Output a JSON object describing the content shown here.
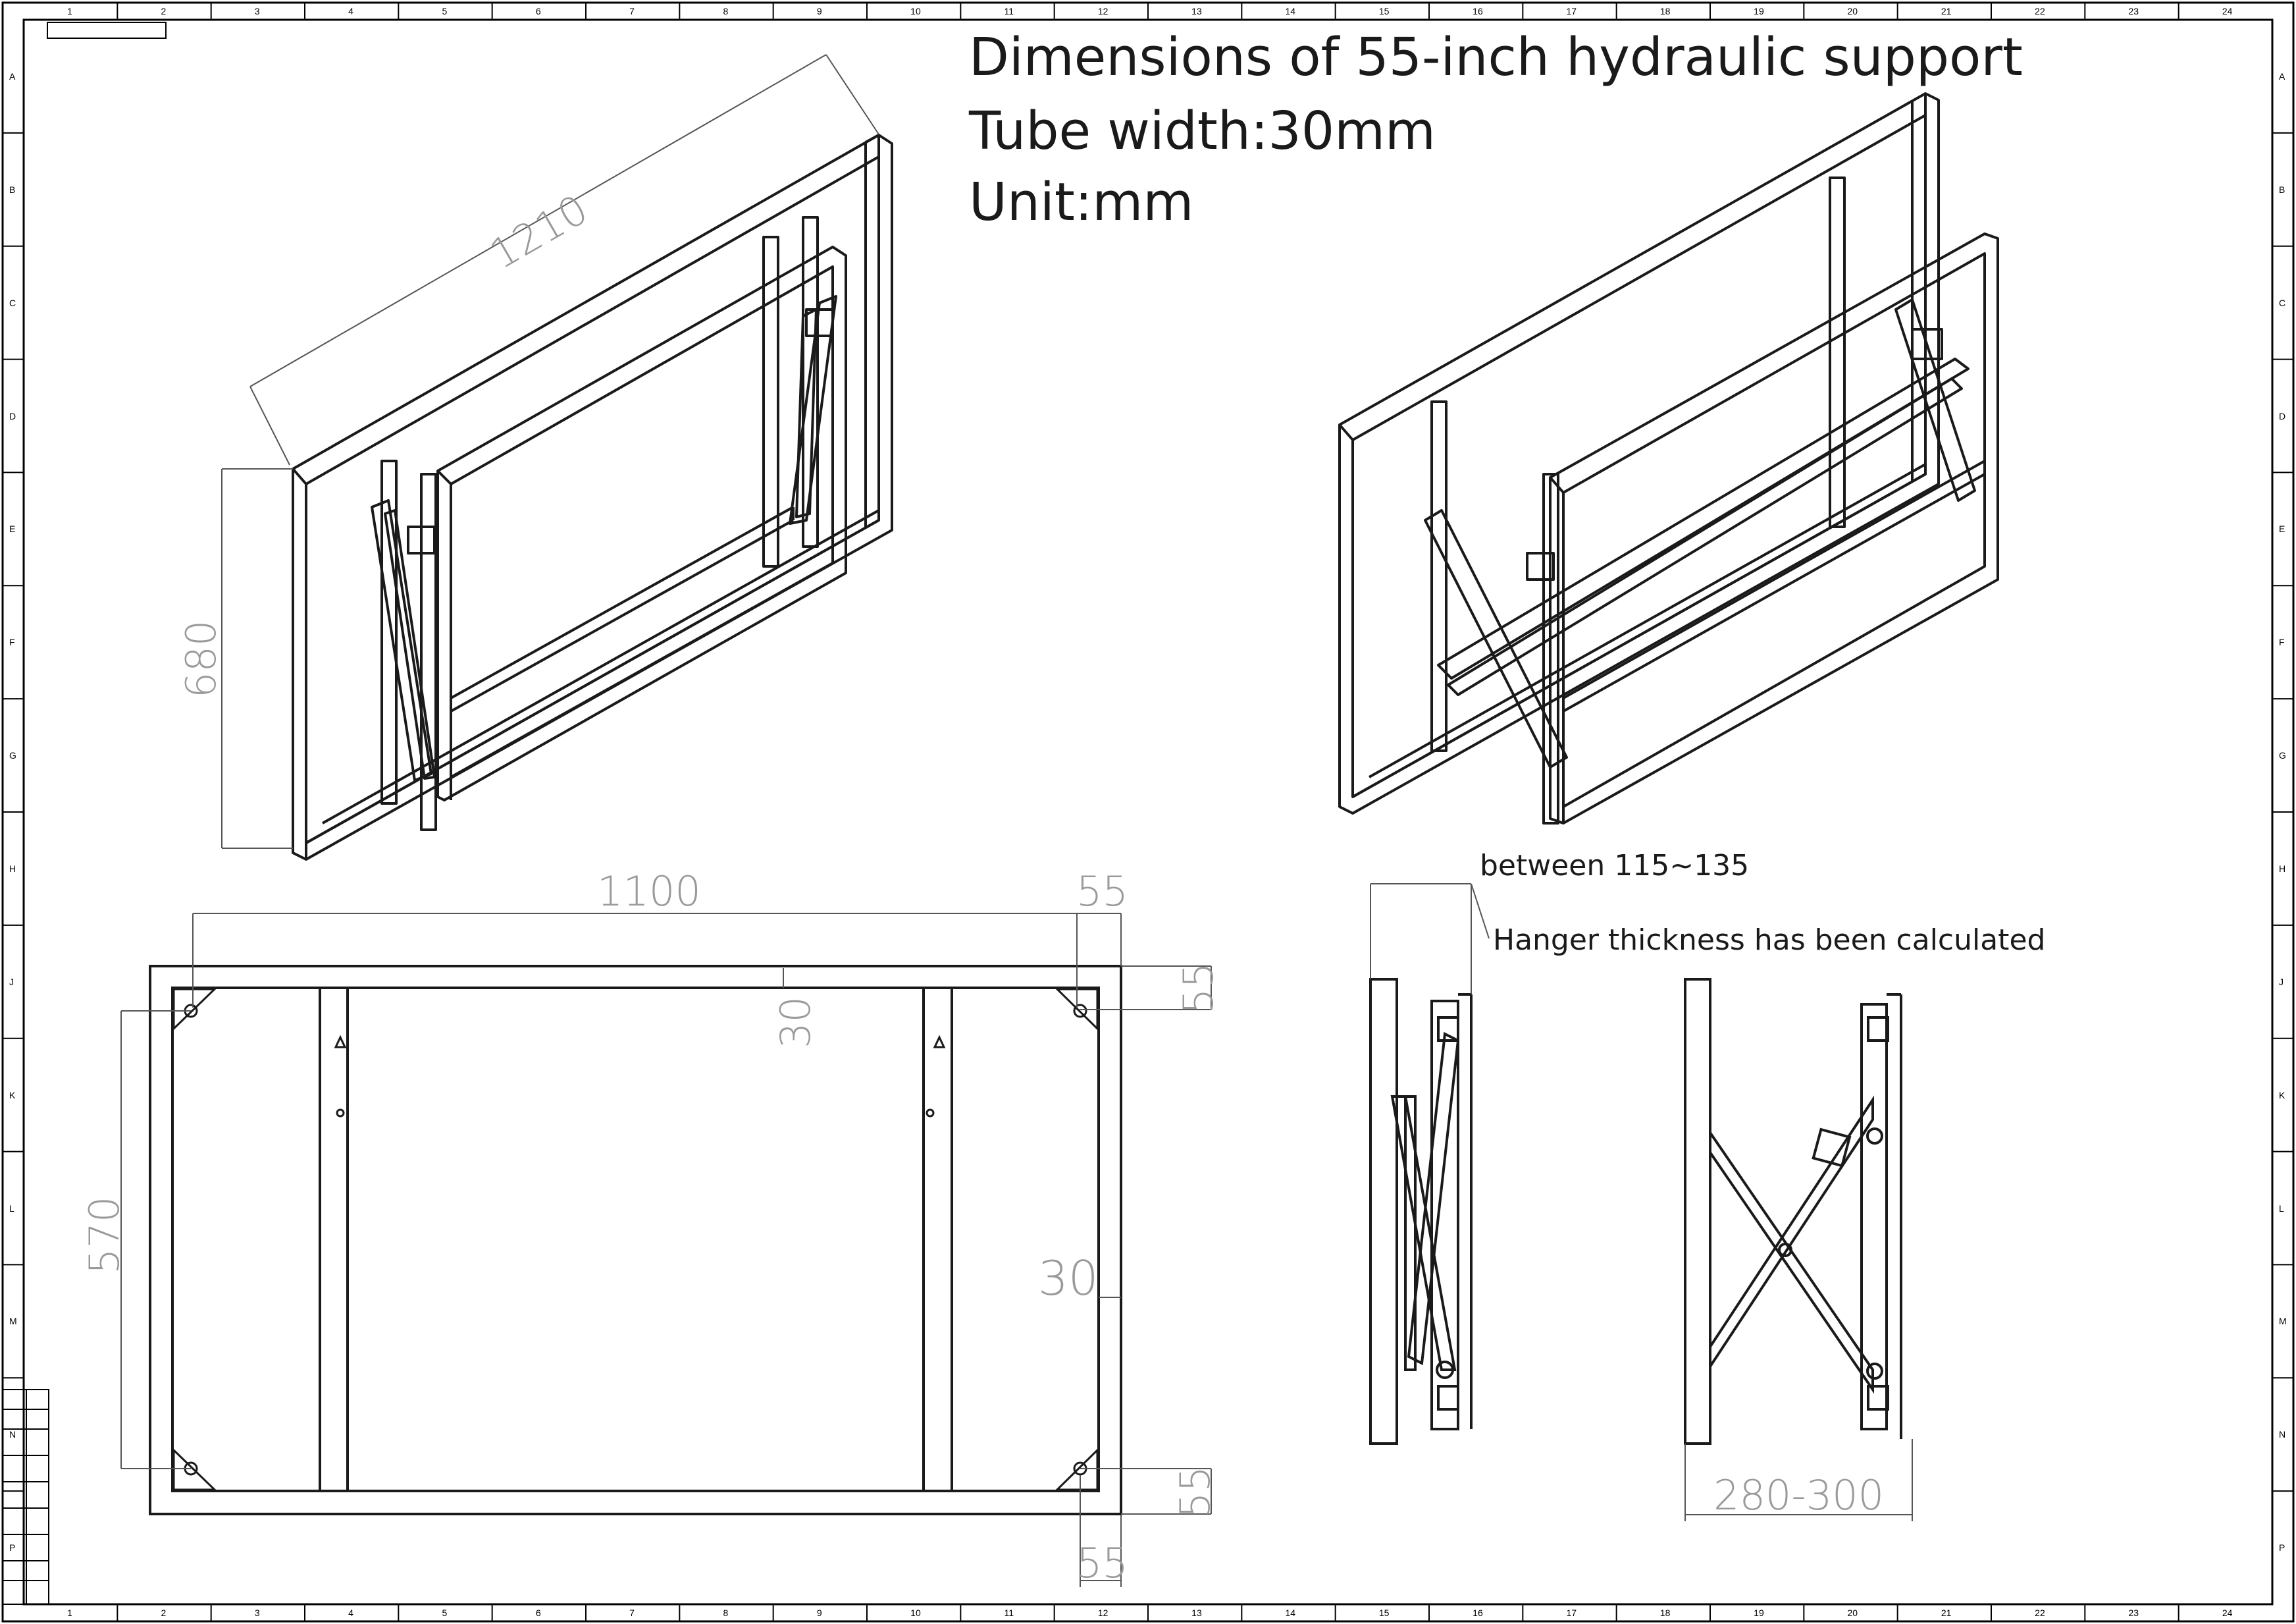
{
  "title": {
    "line1": "Dimensions of 55-inch hydraulic support",
    "line2": "Tube width:30mm",
    "line3": "Unit:mm"
  },
  "notes": {
    "range": "between 115~135",
    "hanger": "Hanger thickness has been calculated"
  },
  "dimensions": {
    "iso_length": "1210",
    "iso_height": "680",
    "front_width": "1100",
    "top_right_55": "55",
    "right_55_top": "55",
    "tube_30_top": "30",
    "tube_30_right": "30",
    "front_height": "570",
    "right_55_bottom": "55",
    "bottom_55": "55",
    "side_depth": "280-300"
  },
  "grid": {
    "columns": [
      "1",
      "2",
      "3",
      "4",
      "5",
      "6",
      "7",
      "8",
      "9",
      "10",
      "11",
      "12",
      "13",
      "14",
      "15",
      "16",
      "17",
      "18",
      "19",
      "20",
      "21",
      "22",
      "23",
      "24"
    ],
    "rows": [
      "A",
      "B",
      "C",
      "D",
      "E",
      "F",
      "G",
      "H",
      "J",
      "K",
      "L",
      "M",
      "N",
      "P"
    ]
  },
  "colors": {
    "line": "#1a1a1a",
    "dimension": "#9a9a9a"
  }
}
